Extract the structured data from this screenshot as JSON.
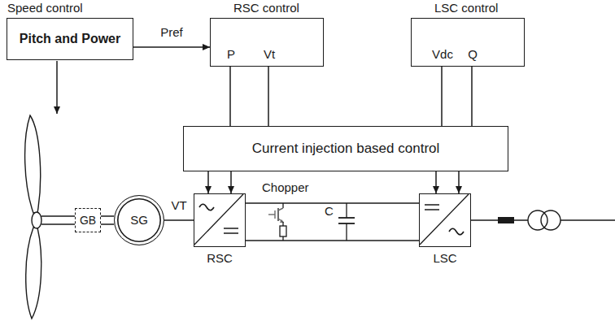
{
  "diagram": {
    "nodes": [
      {
        "text": [
          "Speed control",
          "Pitch and Power"
        ]
      },
      {
        "text": [
          "RSC control",
          "P",
          "Vt"
        ]
      },
      {
        "text": [
          "LSC control",
          "Vdc",
          "Q"
        ]
      },
      {
        "text": [
          "Current injection based control"
        ]
      },
      {
        "text": [
          "GB"
        ]
      },
      {
        "text": [
          "SG"
        ]
      },
      {
        "text": [
          "RSC"
        ]
      },
      {
        "text": [
          "LSC"
        ]
      }
    ],
    "edges": [
      {
        "from": 0,
        "to": 1,
        "label": "Pref",
        "arrow": "to"
      },
      {
        "from": 1,
        "to": 3,
        "arrow": "none"
      },
      {
        "from": 1,
        "to": 3,
        "arrow": "none"
      },
      {
        "from": 2,
        "to": 3,
        "arrow": "none"
      },
      {
        "from": 2,
        "to": 3,
        "arrow": "none"
      },
      {
        "from": 3,
        "to": 6,
        "arrow": "to"
      },
      {
        "from": 3,
        "to": 6,
        "arrow": "to"
      },
      {
        "from": 3,
        "to": 7,
        "arrow": "to"
      },
      {
        "from": 3,
        "to": 7,
        "arrow": "to"
      },
      {
        "from": 4,
        "to": 5,
        "arrow": "none"
      },
      {
        "from": 5,
        "to": 6,
        "label": "VT",
        "arrow": "none"
      },
      {
        "from": 6,
        "to": 7,
        "arrow": "none"
      },
      {
        "from": 6,
        "to": 7,
        "arrow": "none"
      }
    ],
    "labels": [
      "Chopper",
      "C"
    ]
  }
}
